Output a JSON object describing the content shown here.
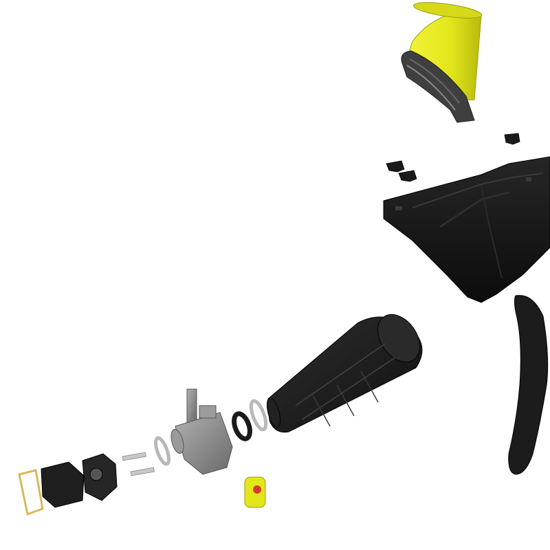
{
  "scene": {
    "background": "#ffffff",
    "parts": [
      {
        "name": "air-filter-cone",
        "color": "#e3e61b"
      },
      {
        "name": "air-filter-rubber-base",
        "color": "#4a4a4a"
      },
      {
        "name": "airbox-clips",
        "color": "#1a1a1a"
      },
      {
        "name": "airbox-housing",
        "color": "#151515"
      },
      {
        "name": "airbox-side-cover",
        "color": "#1a1a1a"
      },
      {
        "name": "intake-boot",
        "color": "#1c1c1c"
      },
      {
        "name": "hose-clamps",
        "color": "#b8b8b8"
      },
      {
        "name": "rubber-ring",
        "color": "#1a1a1a"
      },
      {
        "name": "carburetor",
        "color": "#8c8c8c"
      },
      {
        "name": "intake-bolts",
        "color": "#c8c8c8"
      },
      {
        "name": "intake-manifold",
        "color": "#262626"
      },
      {
        "name": "reed-valve",
        "color": "#1e1e1e"
      },
      {
        "name": "gasket",
        "color": "#d6b95a"
      },
      {
        "name": "spacer-tag",
        "color": "#e3e61b",
        "accent": "#d83a2e"
      }
    ]
  }
}
